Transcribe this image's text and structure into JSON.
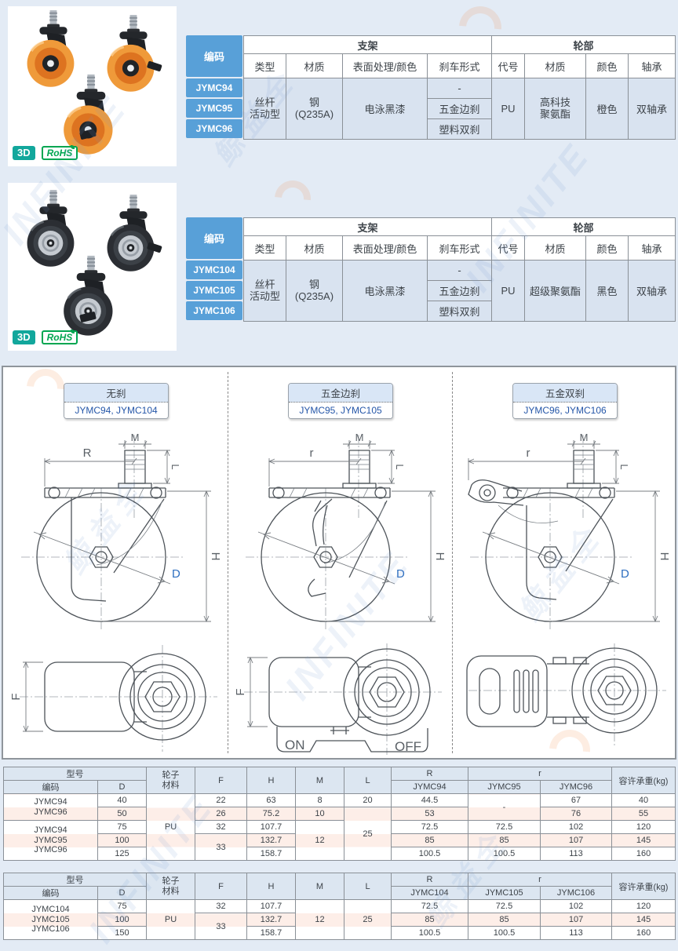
{
  "watermark": {
    "brand_cn": "鲸益全",
    "brand_en": "INFINITE"
  },
  "badges": {
    "model_3d": "3D",
    "rohs": "RoHS"
  },
  "spec_tables": [
    {
      "code_header": "编码",
      "group_headers": {
        "bracket": "支架",
        "wheel": "轮部"
      },
      "columns": [
        "类型",
        "材质",
        "表面处理/颜色",
        "刹车形式",
        "代号",
        "材质",
        "颜色",
        "轴承"
      ],
      "codes": [
        "JYMC94",
        "JYMC95",
        "JYMC96"
      ],
      "type": "丝杆\n活动型",
      "material": "钢\n(Q235A)",
      "surface": "电泳黑漆",
      "brakes": [
        "-",
        "五金边刹",
        "塑料双刹"
      ],
      "wheel_code": "PU",
      "wheel_material": "高科技\n聚氨酯",
      "wheel_color": "橙色",
      "bearing": "双轴承"
    },
    {
      "code_header": "编码",
      "group_headers": {
        "bracket": "支架",
        "wheel": "轮部"
      },
      "columns": [
        "类型",
        "材质",
        "表面处理/颜色",
        "刹车形式",
        "代号",
        "材质",
        "颜色",
        "轴承"
      ],
      "codes": [
        "JYMC104",
        "JYMC105",
        "JYMC106"
      ],
      "type": "丝杆\n活动型",
      "material": "钢\n(Q235A)",
      "surface": "电泳黑漆",
      "brakes": [
        "-",
        "五金边刹",
        "塑料双刹"
      ],
      "wheel_code": "PU",
      "wheel_material": "超级聚氨酯",
      "wheel_color": "黑色",
      "bearing": "双轴承"
    }
  ],
  "drawings": {
    "variants": [
      {
        "title": "无刹",
        "models": "JYMC94, JYMC104"
      },
      {
        "title": "五金边刹",
        "models": "JYMC95, JYMC105"
      },
      {
        "title": "五金双刹",
        "models": "JYMC96, JYMC106"
      }
    ],
    "labels": {
      "M": "M",
      "L": "L",
      "R": "R",
      "r": "r",
      "H": "H",
      "D": "D",
      "F": "F",
      "on": "ON",
      "off": "OFF"
    }
  },
  "dim_tables": [
    {
      "headers": {
        "model": "型号",
        "code": "编码",
        "d": "D",
        "wheel": "轮子\n材料",
        "f": "F",
        "h": "H",
        "m": "M",
        "l": "L",
        "big_r": "R",
        "small_r": "r",
        "load": "容许承重(kg)"
      },
      "r_columns": [
        "JYMC94",
        "JYMC95",
        "JYMC96"
      ],
      "wheel_material": "PU",
      "groups": [
        {
          "models": "JYMC94\nJYMC96"
        },
        {
          "models": "JYMC94\nJYMC95\nJYMC96"
        }
      ],
      "rows": [
        {
          "d": "40",
          "f": "22",
          "h": "63",
          "m": "8",
          "l": "20",
          "R": "44.5",
          "r1": "-",
          "r2": "67",
          "load": "40"
        },
        {
          "d": "50",
          "f": "26",
          "h": "75.2",
          "m": "10",
          "l": "25",
          "R": "53",
          "r2": "76",
          "load": "55"
        },
        {
          "d": "75",
          "f": "32",
          "h": "107.7",
          "m": "12",
          "R": "72.5",
          "r1": "72.5",
          "r2": "102",
          "load": "120"
        },
        {
          "d": "100",
          "f": "33",
          "h": "132.7",
          "R": "85",
          "r1": "85",
          "r2": "107",
          "load": "145"
        },
        {
          "d": "125",
          "h": "158.7",
          "R": "100.5",
          "r1": "100.5",
          "r2": "113",
          "load": "160"
        }
      ]
    },
    {
      "headers": {
        "model": "型号",
        "code": "编码",
        "d": "D",
        "wheel": "轮子\n材料",
        "f": "F",
        "h": "H",
        "m": "M",
        "l": "L",
        "big_r": "R",
        "small_r": "r",
        "load": "容许承重(kg)"
      },
      "r_columns": [
        "JYMC104",
        "JYMC105",
        "JYMC106"
      ],
      "wheel_material": "PU",
      "groups": [
        {
          "models": "JYMC104\nJYMC105\nJYMC106"
        }
      ],
      "rows": [
        {
          "d": "75",
          "f": "32",
          "h": "107.7",
          "m": "12",
          "l": "25",
          "R": "72.5",
          "r1": "72.5",
          "r2": "102",
          "load": "120"
        },
        {
          "d": "100",
          "f": "33",
          "h": "132.7",
          "R": "85",
          "r1": "85",
          "r2": "107",
          "load": "145"
        },
        {
          "d": "150",
          "h": "158.7",
          "R": "100.5",
          "r1": "100.5",
          "r2": "113",
          "load": "160"
        }
      ]
    }
  ]
}
